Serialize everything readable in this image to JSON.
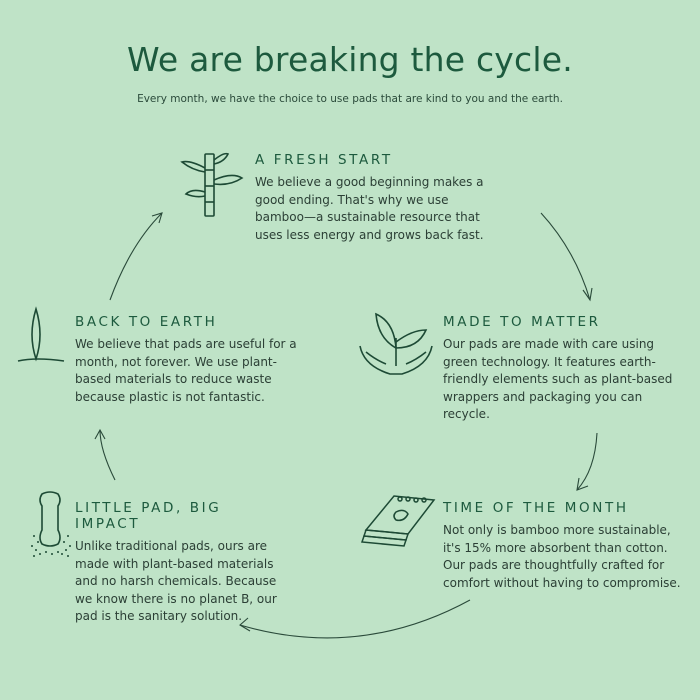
{
  "title": "We are breaking the cycle.",
  "subtitle": "Every month, we have the choice to use pads that are kind to you and the earth.",
  "colors": {
    "background": "#bfe3c7",
    "heading": "#1d5a3e",
    "text": "#2b3f35"
  },
  "steps": [
    {
      "heading": "A FRESH START",
      "body": "We believe a good beginning makes a good ending. That's why we use bamboo—a sustainable resource that uses less energy and grows back fast.",
      "icon": "bamboo-icon"
    },
    {
      "heading": "MADE TO MATTER",
      "body": "Our pads are made with care using green technology. It features earth-friendly elements such as plant-based wrappers and packaging you can recycle.",
      "icon": "hands-leaves-icon"
    },
    {
      "heading": "TIME OF THE MONTH",
      "body": "Not only is bamboo more sustainable, it's 15% more absorbent than cotton. Our pads are thoughtfully crafted for comfort without having to compromise.",
      "icon": "calendar-pad-icon"
    },
    {
      "heading": "LITTLE PAD, BIG IMPACT",
      "body": "Unlike traditional pads, ours are made with plant-based materials and no harsh chemicals. Because we know there is no planet B, our pad is the sanitary solution.",
      "icon": "pad-dots-icon"
    },
    {
      "heading": "BACK TO EARTH",
      "body": "We believe that pads are useful for a month, not forever. We use plant-based materials to reduce waste because plastic is not fantastic.",
      "icon": "sprout-icon"
    }
  ]
}
